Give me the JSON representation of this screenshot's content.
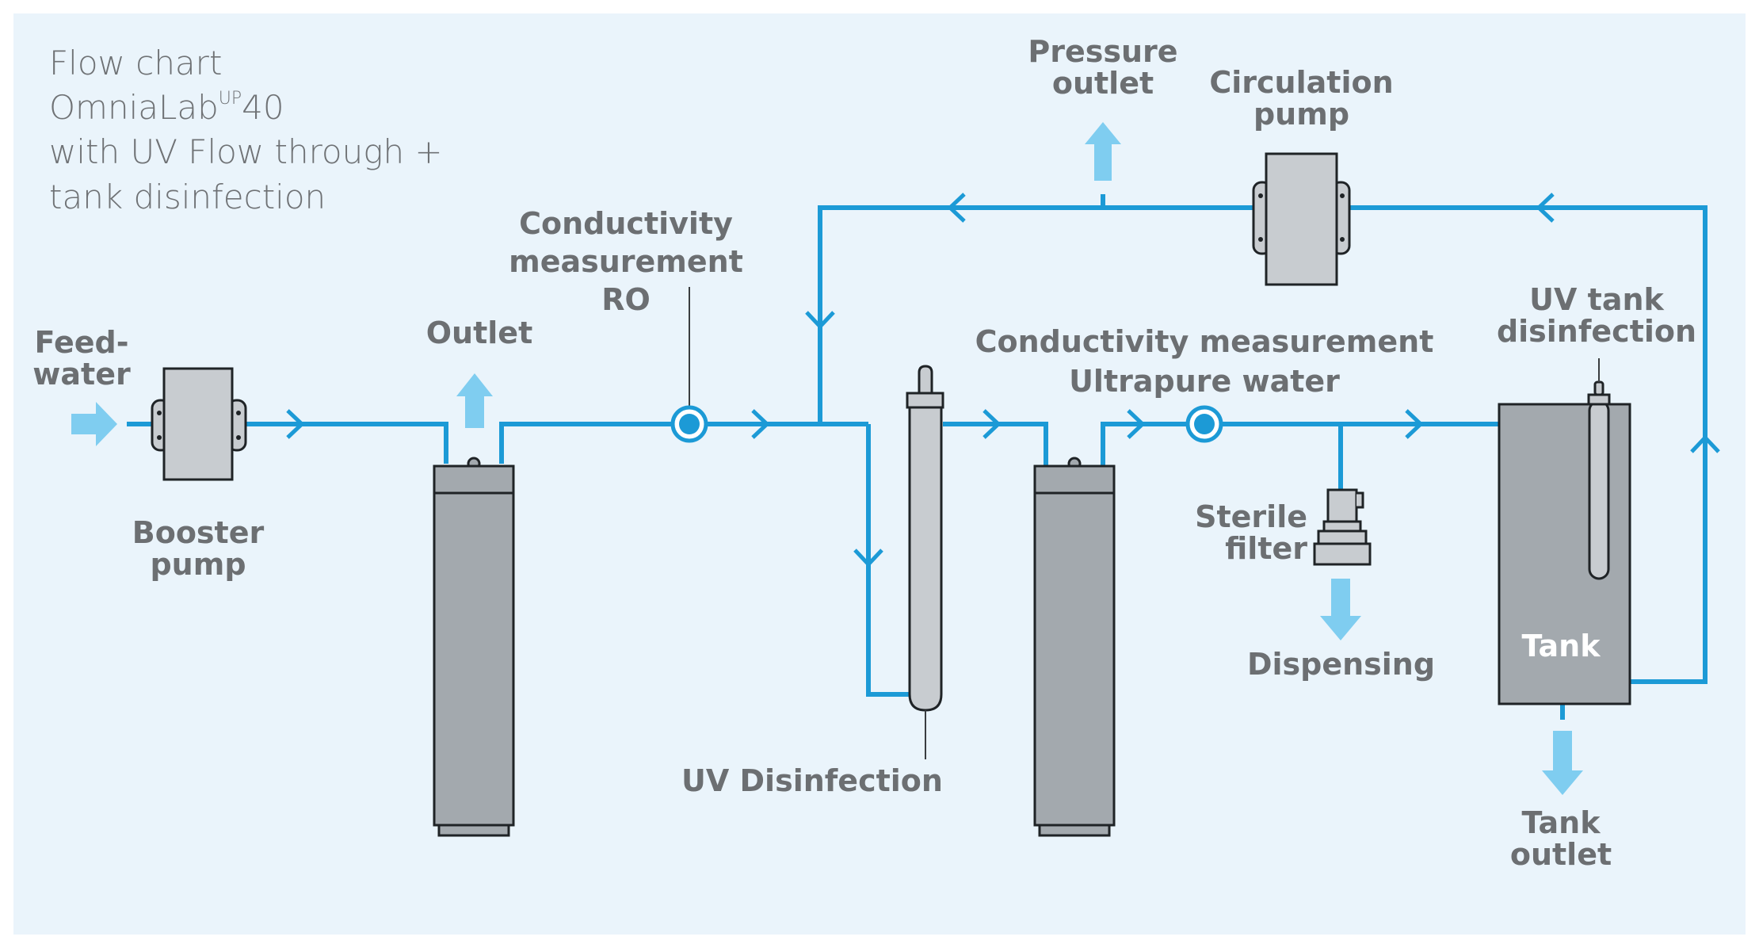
{
  "title": {
    "line1": "Flow chart",
    "line2_main": "OmniaLab",
    "line2_sup": "UP",
    "line2_num": "40",
    "line3": "with UV Flow through +",
    "line4": "tank disinfection"
  },
  "labels": {
    "feedwater_1": "Feed-",
    "feedwater_2": "water",
    "booster_1": "Booster",
    "booster_2": "pump",
    "outlet": "Outlet",
    "conductivity_ro_1": "Conductivity",
    "conductivity_ro_2": "measurement",
    "conductivity_ro_3": "RO",
    "pressure_outlet_1": "Pressure",
    "pressure_outlet_2": "outlet",
    "circulation_pump_1": "Circulation",
    "circulation_pump_2": "pump",
    "conductivity_up_1": "Conductivity measurement",
    "conductivity_up_2": "Ultrapure water",
    "uv_tank_1": "UV tank",
    "uv_tank_2": "disinfection",
    "sterile_filter_1": "Sterile",
    "sterile_filter_2": "filter",
    "dispensing": "Dispensing",
    "tank": "Tank",
    "tank_outlet_1": "Tank",
    "tank_outlet_2": "outlet",
    "uv_disinfection": "UV Disinfection"
  },
  "colors": {
    "panel_background": "#eaf4fb",
    "pipe": "#1c9ad6",
    "outlet_arrow": "#7fcdf0",
    "component_fill": "#a3a9ae",
    "pump_fill": "#c8ccd0",
    "label_text": "#6c6f72"
  }
}
